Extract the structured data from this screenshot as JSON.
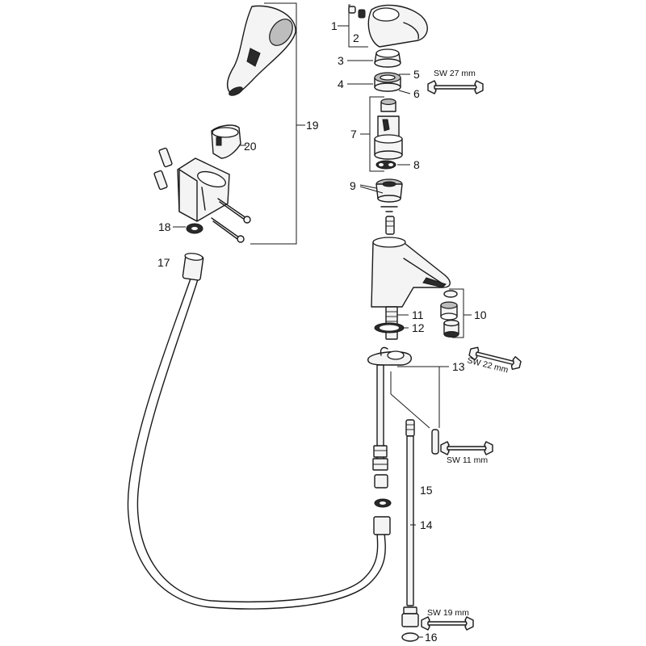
{
  "labels": {
    "p1": "1",
    "p2": "2",
    "p3": "3",
    "p4": "4",
    "p5": "5",
    "p6": "6",
    "p7": "7",
    "p8": "8",
    "p9": "9",
    "p10": "10",
    "p11": "11",
    "p12": "12",
    "p13": "13",
    "p14": "14",
    "p15": "15",
    "p16": "16",
    "p17": "17",
    "p18": "18",
    "p19": "19",
    "p20": "20"
  },
  "wrenches": {
    "sw27": "SW 27 mm",
    "sw22": "SW 22 mm",
    "sw11": "SW 11 mm",
    "sw19": "SW 19 mm"
  },
  "colors": {
    "line": "#1a1a1a",
    "background": "#ffffff"
  }
}
